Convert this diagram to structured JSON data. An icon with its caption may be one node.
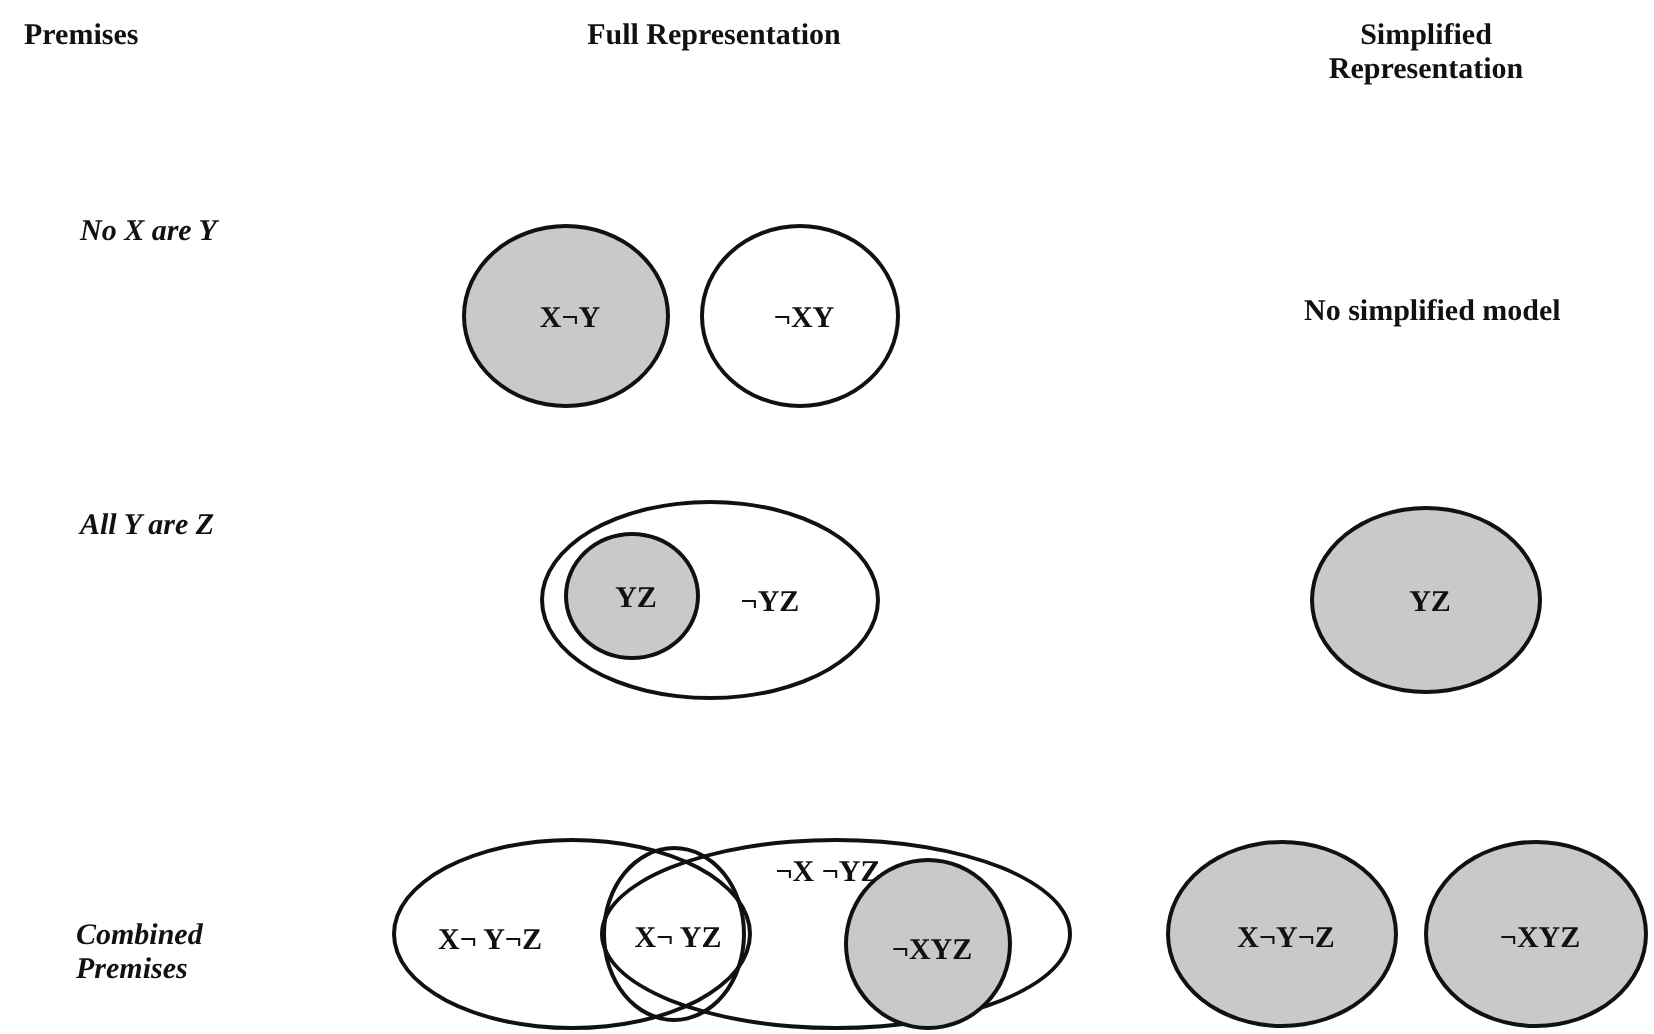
{
  "diagram": {
    "nodes": [
      {
        "text": [
          "X¬Y"
        ]
      },
      {
        "text": [
          "¬XY"
        ]
      },
      {
        "text": [
          "¬YZ"
        ]
      },
      {
        "text": [
          "YZ"
        ],
        "in": 2
      },
      {
        "text": [
          "YZ"
        ]
      },
      {
        "text": [
          "X¬ Y¬Z"
        ]
      },
      {
        "text": [
          "X¬ YZ"
        ]
      },
      {
        "text": [
          "¬X ¬YZ"
        ]
      },
      {
        "text": [
          "¬XYZ"
        ],
        "in": 7
      },
      {
        "text": [
          "X¬Y¬Z"
        ]
      },
      {
        "text": [
          "¬XYZ"
        ]
      }
    ],
    "labels": [
      "Premises",
      "Full Representation",
      "Simplified Representation",
      "No X are Y",
      "No simplified model",
      "All Y are Z",
      "Combined Premises"
    ]
  }
}
